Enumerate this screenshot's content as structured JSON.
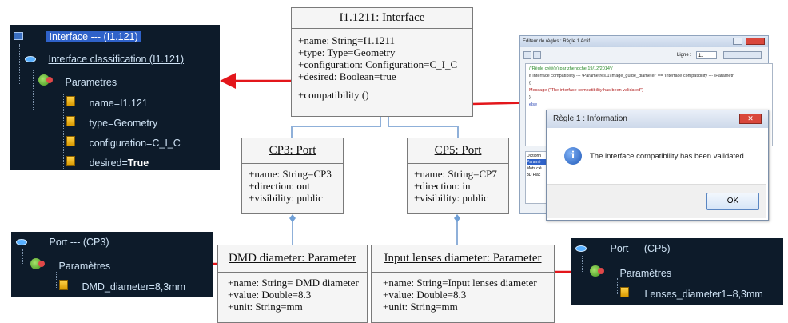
{
  "uml": {
    "interface": {
      "title": "I1.1211: Interface",
      "attrs": [
        "+name: String=I1.1211",
        "+type: Type=Geometry",
        "+configuration: Configuration=C_I_C",
        "+desired: Boolean=true"
      ],
      "ops": [
        "+compatibility ()"
      ]
    },
    "cp3": {
      "title": "CP3: Port",
      "attrs": [
        "+name: String=CP3",
        "+direction: out",
        "+visibility: public"
      ]
    },
    "cp5": {
      "title": "CP5: Port",
      "attrs": [
        "+name: String=CP7",
        "+direction: in",
        "+visibility: public"
      ]
    },
    "dmd": {
      "title": "DMD diameter: Parameter",
      "attrs": [
        "+name: String= DMD diameter",
        "+value: Double=8.3",
        "+unit: String=mm"
      ]
    },
    "lenses": {
      "title": "Input lenses diameter: Parameter",
      "attrs": [
        "+name: String=Input lenses diameter",
        "+value: Double=8.3",
        "+unit: String=mm"
      ]
    }
  },
  "tree_interface": {
    "root": "Interface --- (I1.121)",
    "classification": "Interface classification (I1.121)",
    "params": "Parametres",
    "items": [
      "name=I1.121",
      "type=Geometry",
      "configuration=C_I_C"
    ],
    "desired_key": "desired=",
    "desired_val": "True"
  },
  "tree_cp3": {
    "root": "Port --- (CP3)",
    "params": "Paramètres",
    "item": "DMD_diameter=8,3mm"
  },
  "tree_cp5": {
    "root": "Port --- (CP5)",
    "params": "Paramètres",
    "item": "Lenses_diameter1=8,3mm"
  },
  "editor": {
    "title": "Editeur de règles : Règle.1 Actif",
    "ligne_label": "Ligne :",
    "ligne_value": "11",
    "code_lines": [
      "/*Règle créé(e) par zhengche 19/12/2014*/",
      "if  Interface compatibility --- \\Paramètres.1\\Image_guide_diameter' == 'Interface compatibility --- \\Paramètr",
      "{",
      "     Message (\"The interface compatibility has been validated\")",
      "}",
      "else"
    ],
    "side_items": [
      "Dictionn",
      "Paramè",
      "Mots clé",
      "3D Flac"
    ]
  },
  "dialog": {
    "title": "Règle.1 : Information",
    "message": "The interface compatibility has been validated",
    "ok": "OK"
  },
  "colors": {
    "arrow": "#e3161b",
    "connector": "#8fb0d9",
    "panel_bg": "#0d1b2a",
    "selection": "#2f62c9"
  }
}
